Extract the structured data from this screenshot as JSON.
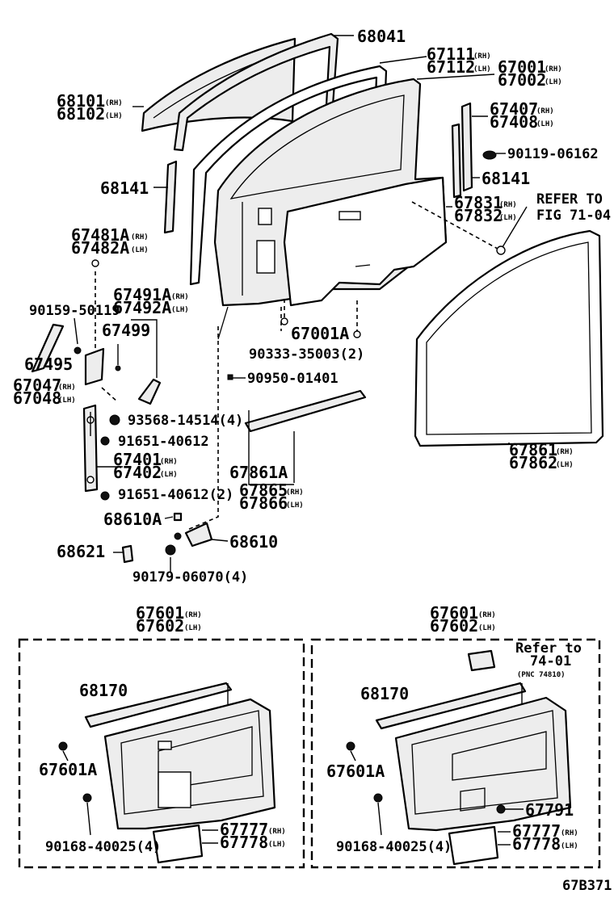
{
  "labels": {
    "p68041": "68041",
    "p67111": "67111",
    "p67112": "67112",
    "p67001": "67001",
    "p67002": "67002",
    "p68101": "68101",
    "p68102": "68102",
    "p67407": "67407",
    "p67408": "67408",
    "p90119": "90119-06162",
    "p68141_r": "68141",
    "p68141_l": "68141",
    "p67831": "67831",
    "p67832": "67832",
    "refer_a": "REFER TO",
    "refer_b": "FIG 71-04",
    "p67481a": "67481A",
    "p67482a": "67482A",
    "p67491a": "67491A",
    "p67492a": "67492A",
    "p90159": "90159-50119",
    "p67499": "67499",
    "p67495": "67495",
    "p67001a": "67001A",
    "p90333": "90333-35003(2)",
    "p90950": "90950-01401",
    "p67047": "67047",
    "p67048": "67048",
    "p93568": "93568-14514(4)",
    "p91651a": "91651-40612",
    "p67401": "67401",
    "p67402": "67402",
    "p91651b": "91651-40612(2)",
    "p67861a": "67861A",
    "p67865": "67865",
    "p67866": "67866",
    "p67861": "67861",
    "p67862": "67862",
    "p68610a": "68610A",
    "p68610": "68610",
    "p68621": "68621",
    "p90179": "90179-06070(4)",
    "l67601": "67601",
    "l67602": "67602",
    "l68170": "68170",
    "l67601a": "67601A",
    "l90168": "90168-40025(4)",
    "l67777": "67777",
    "l67778": "67778",
    "r67601": "67601",
    "r67602": "67602",
    "r68170": "68170",
    "r67601a": "67601A",
    "r90168": "90168-40025(4)",
    "r67777": "67777",
    "r67778": "67778",
    "r67791": "67791",
    "refer_c": "Refer to",
    "refer_d": "74-01",
    "refer_e": "(PNC 74810)",
    "diagram_id": "67B371"
  },
  "side": {
    "rh": "(RH)",
    "lh": "(LH)"
  },
  "colors": {
    "ink": "#000000",
    "part_fill": "#ededed",
    "background": "#ffffff"
  }
}
